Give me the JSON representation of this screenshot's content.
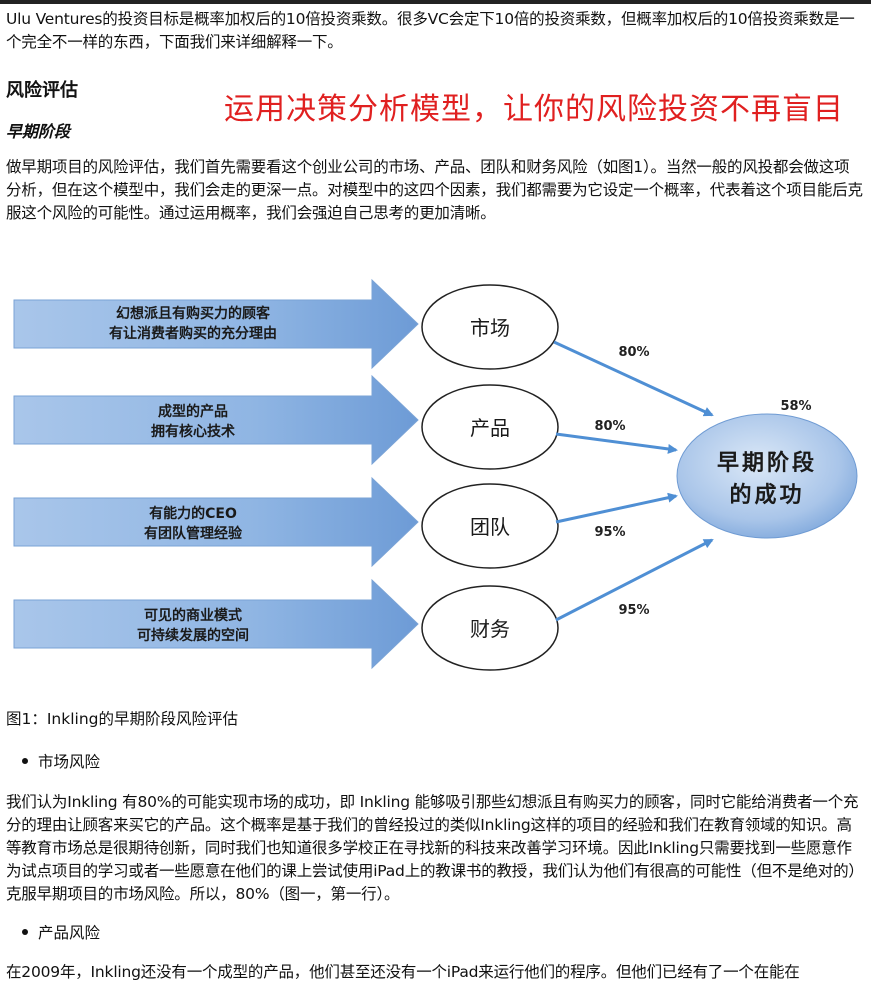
{
  "intro_text": "Ulu Ventures的投资目标是概率加权后的10倍投资乘数。很多VC会定下10倍的投资乘数，但概率加权后的10倍投资乘数是一个完全不一样的东西，下面我们来详细解释一下。",
  "section_title": "风险评估",
  "overlay_title": "运用决策分析模型，让你的风险投资不再盲目",
  "subsection_title": "早期阶段",
  "para1": "做早期项目的风险评估，我们首先需要看这个创业公司的市场、产品、团队和财务风险（如图1）。当然一般的风投都会做这项分析，但在这个模型中，我们会走的更深一点。对模型中的这四个因素，我们都需要为它设定一个概率，代表着这个项目能后克服这个风险的可能性。通过运用概率，我们会强迫自己思考的更加清晰。",
  "diagram": {
    "arrows": [
      {
        "line1": "幻想派且有购买力的顾客",
        "line2": "有让消费者购买的充分理由"
      },
      {
        "line1": "成型的产品",
        "line2": "拥有核心技术"
      },
      {
        "line1": "有能力的CEO",
        "line2": "有团队管理经验"
      },
      {
        "line1": "可见的商业模式",
        "line2": "可持续发展的空间"
      }
    ],
    "factors": [
      "市场",
      "产品",
      "团队",
      "财务"
    ],
    "probabilities": [
      "80%",
      "80%",
      "95%",
      "95%"
    ],
    "result_line1": "早期阶段",
    "result_line2": "的成功",
    "result_probability": "58%"
  },
  "caption": "图1：Inkling的早期阶段风险评估",
  "bullet1": "市场风险",
  "para2": "我们认为Inkling 有80%的可能实现市场的成功，即 Inkling 能够吸引那些幻想派且有购买力的顾客，同时它能给消费者一个充分的理由让顾客来买它的产品。这个概率是基于我们的曾经投过的类似Inkling这样的项目的经验和我们在教育领域的知识。高等教育市场总是很期待创新，同时我们也知道很多学校正在寻找新的科技来改善学习环境。因此Inkling只需要找到一些愿意作为试点项目的学习或者一些愿意在他们的课上尝试使用iPad上的教课书的教授，我们认为他们有很高的可能性（但不是绝对的）克服早期项目的市场风险。所以，80%（图一，第一行）。",
  "bullet2": "产品风险",
  "para3": "在2009年，Inkling还没有一个成型的产品，他们甚至还没有一个iPad来运行他们的程序。但他们已经有了一个在能在"
}
